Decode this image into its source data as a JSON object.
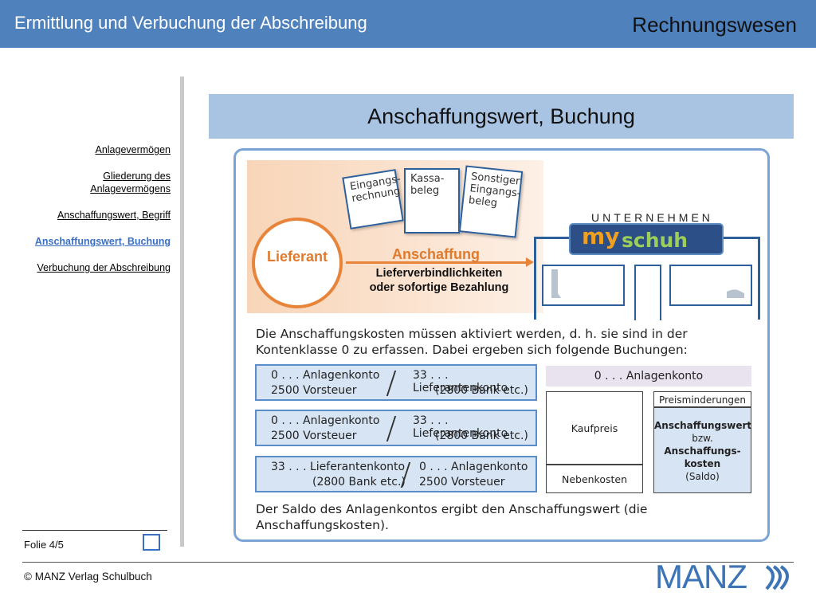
{
  "header": {
    "title": "Ermittlung und Verbuchung der Abschreibung",
    "subject": "Rechnungswesen"
  },
  "nav": {
    "items": [
      {
        "label": "Anlagevermögen",
        "active": false
      },
      {
        "label": "Gliederung des Anlagevermögens",
        "active": false
      },
      {
        "label": "Anschaffungswert, Begriff",
        "active": false
      },
      {
        "label": "Anschaffungswert, Buchung",
        "active": true
      },
      {
        "label": "Verbuchung der Abschreibung",
        "active": false
      }
    ]
  },
  "slide": {
    "title": "Anschaffungswert, Buchung"
  },
  "figure": {
    "docs": [
      "Eingangs- rechnung",
      "Kassa- beleg",
      "Sonstiger Eingangs- beleg"
    ],
    "supplier": "Lieferant",
    "acquisition": "Anschaffung",
    "liabilities": "Lieferverbindlichkeiten oder sofortige Bezahlung",
    "company_label": "UNTERNEHMEN",
    "logo_my": "my",
    "logo_schuh": "schuh",
    "intro_text": "Die Anschaffungskosten müssen aktiviert werden, d. h. sie sind in der Kontenklasse 0 zu erfassen. Dabei ergeben sich folgende Buchungen:",
    "bookings": [
      {
        "soll1": "0 . . . Anlagenkonto",
        "soll2": "2500 Vorsteuer",
        "haben1": "33 . . . Lieferantenkonto",
        "haben2": "(2800 Bank etc.)"
      },
      {
        "soll1": "0 . . . Anlagenkonto",
        "soll2": "2500 Vorsteuer",
        "haben1": "33 . . . Lieferantenkonto",
        "haben2": "(2800 Bank etc.)"
      },
      {
        "soll1": "33 . . . Lieferantenkonto",
        "soll2": "(2800 Bank etc.)",
        "haben1": "0 . . . Anlagenkonto",
        "haben2": "2500 Vorsteuer"
      }
    ],
    "t_account": {
      "title": "0 . . . Anlagenkonto",
      "left_top": "Kaufpreis",
      "left_bottom": "Nebenkosten",
      "right_top": "Preisminderungen",
      "right_l1": "Anschaffungswert",
      "right_l2": "bzw.",
      "right_l3": "Anschaffungs-",
      "right_l4": "kosten",
      "right_l5": "(Saldo)"
    },
    "closing_text": "Der Saldo des Anlagenkontos ergibt den Anschaffungswert (die Anschaffungskosten)."
  },
  "footer": {
    "slide_number": "Folie 4/5",
    "copyright": "© MANZ Verlag Schulbuch",
    "brand": "MANZ"
  },
  "colors": {
    "header_bar": "#4f81bd",
    "title_bar": "#a9c4e3",
    "accent_orange": "#e8843a",
    "active_nav": "#3a6fc4"
  }
}
